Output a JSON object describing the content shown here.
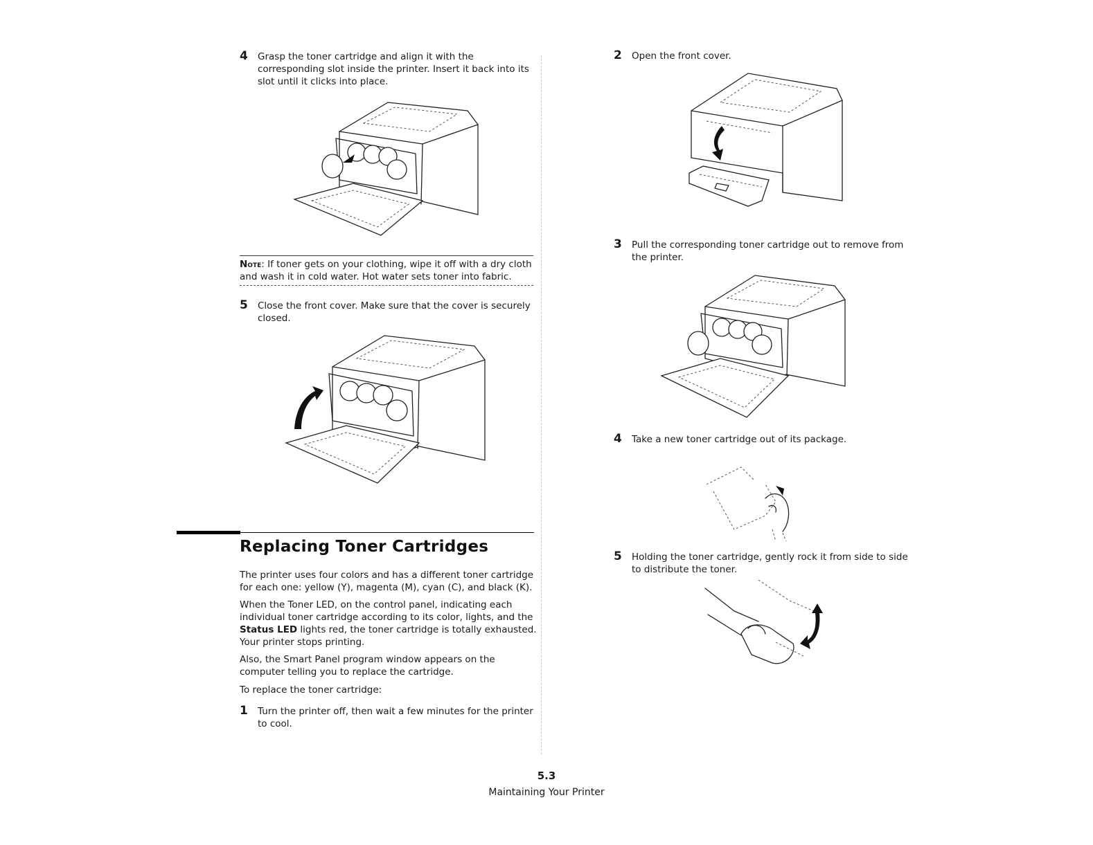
{
  "left_column": {
    "step4": {
      "number": "4",
      "lines": [
        "Grasp the toner cartridge and align it with the",
        "corresponding slot inside the printer. Insert it back into its",
        "slot until it clicks into place."
      ]
    },
    "note": {
      "label": "Note",
      "text_line1": ": If toner gets on your clothing, wipe it off with a dry cloth",
      "text_line2": "and wash it in cold water. Hot water sets toner into fabric."
    },
    "step5": {
      "number": "5",
      "lines": [
        "Close the front cover. Make sure that the cover is securely",
        "closed."
      ]
    },
    "section": {
      "title": "Replacing Toner Cartridges",
      "para1": [
        "The printer uses four colors and has a different toner cartridge",
        "for each one: yellow (Y), magenta (M), cyan (C), and black (K)."
      ],
      "para2": {
        "line1": "When the Toner LED, on the control panel, indicating each",
        "line2": "individual toner cartridge according to its color, lights, and the",
        "bold": "Status LED",
        "line3_rest": " lights red, the toner cartridge is totally exhausted.",
        "line4": "Your printer stops printing."
      },
      "para3": [
        "Also, the Smart Panel program window appears on the",
        "computer telling you to replace the cartridge."
      ],
      "para4": "To replace the toner cartridge:",
      "step1": {
        "number": "1",
        "lines": [
          "Turn the printer off, then wait a few minutes for the printer",
          "to cool."
        ]
      }
    }
  },
  "right_column": {
    "step2": {
      "number": "2",
      "text": "Open the front cover."
    },
    "step3": {
      "number": "3",
      "lines": [
        "Pull the corresponding toner cartridge out to remove from",
        "the printer."
      ]
    },
    "step4": {
      "number": "4",
      "text": "Take a new toner cartridge out of its package."
    },
    "step5": {
      "number": "5",
      "lines": [
        "Holding the toner cartridge, gently rock it from side to side",
        "to distribute the toner."
      ]
    }
  },
  "footer": {
    "page_number": "5.3",
    "chapter": "Maintaining Your Printer"
  }
}
